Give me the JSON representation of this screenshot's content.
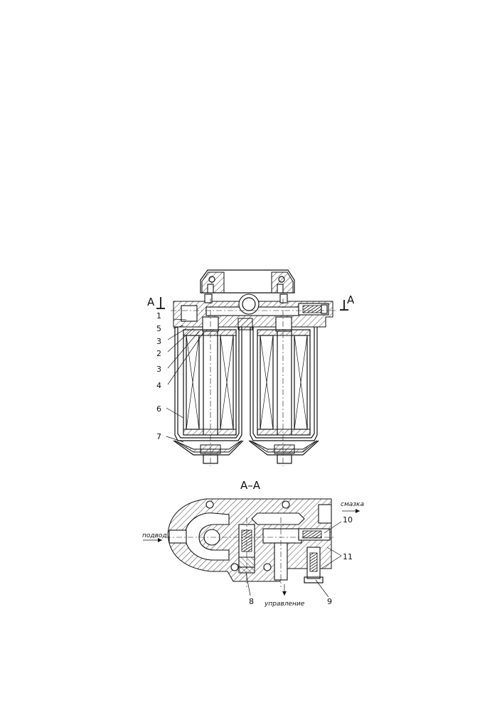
{
  "section_marks": {
    "left_letter": "A",
    "right_letter": "A",
    "section_title": "А–А"
  },
  "callouts_top": [
    "1",
    "5",
    "3",
    "2",
    "3",
    "4",
    "6",
    "7"
  ],
  "callouts_bottom": {
    "n8": "8",
    "n9": "9",
    "n10": "10",
    "n11": "11"
  },
  "flow_labels": {
    "inlet": "подвод",
    "lubrication": "смазка",
    "control": "управление"
  }
}
